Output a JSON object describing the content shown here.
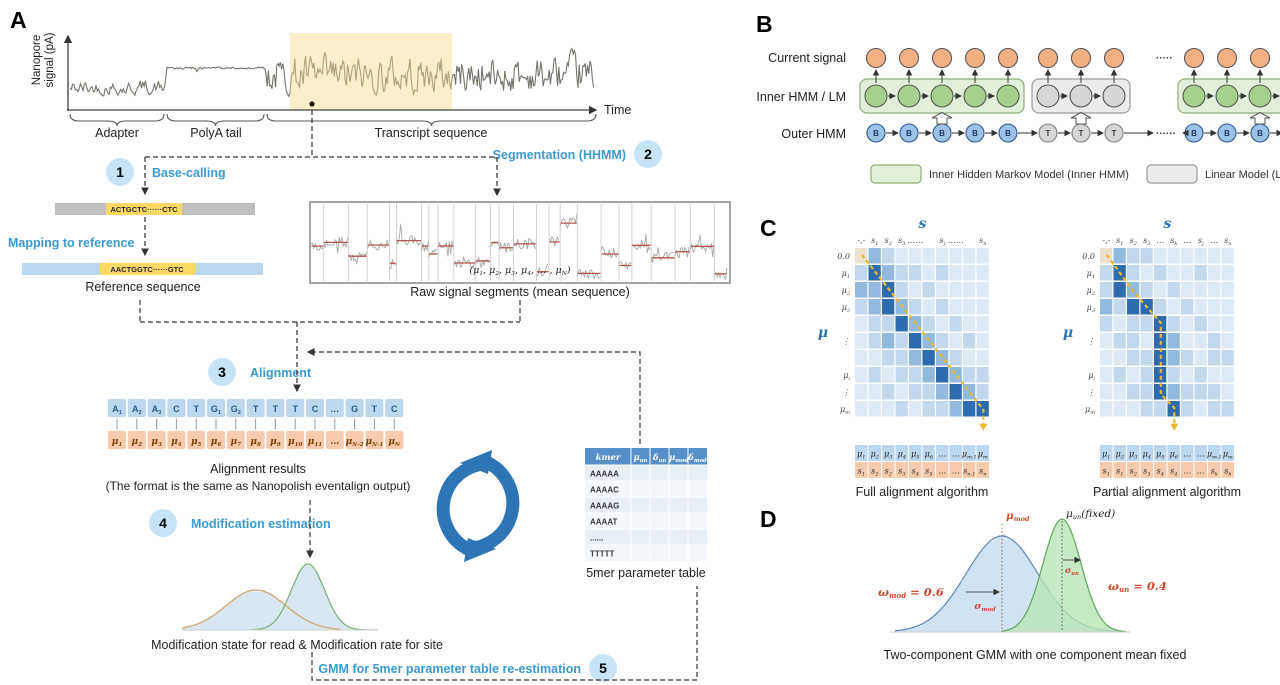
{
  "panel_labels": {
    "a": "A",
    "b": "B",
    "c": "C",
    "d": "D"
  },
  "colors": {
    "step_label": "#3a9ad2",
    "highlight": "#f7dd9a",
    "seq_highlight": "#ffd966",
    "bar_gray": "#bfbfbf",
    "bar_blue": "#bdd7ee",
    "base_box": "#bdd7ee",
    "mu_box": "#f8cbad",
    "table_header": "#5590ca",
    "cycle_arrow": "#2e75b6",
    "matrix_dark": "#2d6daf",
    "path_yellow": "#edb82c",
    "red_label": "#cb4a2e"
  },
  "panel_a": {
    "ylabel": "Nanopore\nsignal (pA)",
    "xlabel": "Time",
    "regions": [
      "Adapter",
      "PolyA tail",
      "Transcript sequence"
    ],
    "steps": [
      {
        "num": "1",
        "label": "Base-calling"
      },
      {
        "num": "2",
        "label": "Segmentation (HHMM)"
      },
      {
        "num": "3",
        "label": "Alignment"
      },
      {
        "num": "4",
        "label": "Modification estimation"
      },
      {
        "num": "5",
        "label": "GMM for 5mer parameter table re-estimation"
      }
    ],
    "mapping_label": "Mapping to reference",
    "basecalled_seq": "ACTGCTC······CTC",
    "reference_seq": "AACTGGTC······GTC",
    "reference_label": "Reference sequence",
    "raw_mu_text": "(μ[1], μ[2], μ[3], μ[4], … , μ[N])",
    "raw_label": "Raw signal segments (mean sequence)",
    "align_bases": [
      "A[1]",
      "A[2]",
      "A[3]",
      "C",
      "T",
      "G[1]",
      "G[2]",
      "T",
      "T",
      "T",
      "C",
      "…",
      "G",
      "T",
      "C"
    ],
    "align_mus": [
      "μ[1]",
      "μ[2]",
      "μ[3]",
      "μ[4]",
      "μ[5]",
      "μ[6]",
      "μ[7]",
      "μ[8]",
      "μ[9]",
      "μ[10]",
      "μ[11]",
      "…",
      "μ[N-2]",
      "μ[N-1]",
      "μ[N]"
    ],
    "align_caption1": "Alignment results",
    "align_caption2": "(The format is the same as Nanopolish eventalign output)",
    "mod_caption": "Modification state for read & Modification rate for site",
    "table": {
      "headers": [
        "kmer",
        "μ[un]",
        "δ[un]",
        "μ[mod]",
        "δ[mod]"
      ],
      "rows": [
        "AAAAA",
        "AAAAC",
        "AAAAG",
        "AAAAT",
        "......",
        "TTTTT"
      ],
      "caption": "5mer parameter table"
    }
  },
  "panel_b": {
    "row_labels": [
      "Current signal",
      "Inner HMM / LM",
      "Outer HMM"
    ],
    "chain_dots": "······",
    "signal_dots": "·····",
    "groups": [
      {
        "kind": "hmm",
        "count": 5,
        "outer_letter": "B"
      },
      {
        "kind": "lm",
        "count": 3,
        "outer_letter": "T"
      },
      {
        "kind": "gap"
      },
      {
        "kind": "hmm",
        "count": 4,
        "outer_letter": "B"
      }
    ],
    "legend": [
      {
        "kind": "hmm",
        "label": "Inner Hidden Markov Model (Inner HMM)"
      },
      {
        "kind": "lm",
        "label": "Linear Model (LM)"
      }
    ]
  },
  "panel_c": {
    "axis_s": "s",
    "axis_mu": "μ",
    "matrices": [
      {
        "caption": "Full alignment algorithm",
        "cols": [
          "-,-",
          "s[1]",
          "s[2]",
          "s[3]",
          "……",
          "",
          "s[j]",
          "……",
          "",
          "s[n]"
        ],
        "rows": [
          "0.0",
          "μ[1]",
          "μ[2]",
          "μ[3]",
          "",
          "⋮",
          "",
          "μ[i]",
          "⋮",
          "μ[m]"
        ],
        "grid": [
          [
            4,
            2,
            1,
            0,
            0,
            0,
            0,
            0,
            0,
            0
          ],
          [
            1,
            3,
            2,
            1,
            1,
            0,
            1,
            0,
            0,
            0
          ],
          [
            2,
            2,
            3,
            1,
            0,
            1,
            0,
            0,
            0,
            0
          ],
          [
            1,
            2,
            3,
            2,
            1,
            0,
            1,
            0,
            0,
            0
          ],
          [
            0,
            1,
            1,
            3,
            2,
            1,
            0,
            1,
            0,
            0
          ],
          [
            0,
            1,
            2,
            1,
            3,
            2,
            1,
            0,
            1,
            0
          ],
          [
            0,
            0,
            1,
            1,
            2,
            3,
            2,
            1,
            0,
            0
          ],
          [
            0,
            1,
            0,
            1,
            1,
            2,
            3,
            2,
            1,
            1
          ],
          [
            0,
            0,
            1,
            0,
            1,
            1,
            2,
            3,
            2,
            1
          ],
          [
            0,
            0,
            0,
            1,
            0,
            1,
            1,
            2,
            3,
            3
          ]
        ],
        "path_cells": [
          [
            0.5,
            0.4
          ],
          [
            9.5,
            9.5
          ],
          [
            9.5,
            10.4
          ]
        ],
        "mu_row": [
          "μ[1]",
          "μ[2]",
          "μ[3]",
          "μ[4]",
          "μ[5]",
          "μ[6]",
          "…",
          "…",
          "μ[m-1]",
          "μ[m]"
        ],
        "s_row": [
          "s[1]",
          "s[2]",
          "s[2]",
          "s[3]",
          "s[4]",
          "s[5]",
          "…",
          "…",
          "s[n-1]",
          "s[n]"
        ]
      },
      {
        "caption": "Partial alignment algorithm",
        "cols": [
          "-,-",
          "s[1]",
          "s[2]",
          "s[3]",
          "…",
          "s[k]",
          "…",
          "s[j]",
          "…",
          "s[n]"
        ],
        "rows": [
          "0.0",
          "μ[1]",
          "μ[2]",
          "μ[3]",
          "",
          "⋮",
          "",
          "μ[i]",
          "⋮",
          "μ[m]"
        ],
        "grid": [
          [
            4,
            2,
            1,
            1,
            0,
            0,
            0,
            0,
            0,
            0
          ],
          [
            1,
            3,
            1,
            0,
            1,
            0,
            0,
            1,
            0,
            0
          ],
          [
            1,
            3,
            2,
            1,
            0,
            1,
            0,
            0,
            0,
            0
          ],
          [
            2,
            1,
            3,
            3,
            1,
            0,
            1,
            0,
            0,
            0
          ],
          [
            1,
            0,
            1,
            1,
            3,
            1,
            0,
            1,
            0,
            0
          ],
          [
            0,
            1,
            1,
            0,
            3,
            2,
            0,
            0,
            1,
            0
          ],
          [
            0,
            0,
            1,
            1,
            3,
            2,
            1,
            0,
            1,
            1
          ],
          [
            0,
            1,
            0,
            1,
            3,
            1,
            0,
            1,
            0,
            0
          ],
          [
            0,
            0,
            1,
            1,
            3,
            2,
            1,
            1,
            1,
            0
          ],
          [
            0,
            0,
            0,
            1,
            1,
            3,
            1,
            0,
            1,
            1
          ]
        ],
        "path_cells": [
          [
            0.5,
            0.4
          ],
          [
            1.5,
            1.5
          ],
          [
            2.5,
            2.6
          ],
          [
            3.5,
            3.5
          ],
          [
            4.5,
            4.4
          ],
          [
            4.5,
            8.6
          ],
          [
            5.5,
            9.4
          ],
          [
            5.5,
            10.4
          ]
        ],
        "mu_row": [
          "μ[1]",
          "μ[2]",
          "μ[3]",
          "μ[4]",
          "μ[5]",
          "μ[6]",
          "…",
          "…",
          "μ[m-1]",
          "μ[m]"
        ],
        "s_row": [
          "s[1]",
          "s[1]",
          "s[2]",
          "s[3]",
          "s[4]",
          "s[4]",
          "…",
          "…",
          "s[k]",
          "s[k]"
        ]
      }
    ]
  },
  "panel_d": {
    "mu_mod": "μ[mod]",
    "mu_un": "μ[un](fixed)",
    "omega_mod": "ω[mod] = 0.6",
    "omega_un": "ω[un] = 0.4",
    "sigma_mod": "σ[mod]",
    "sigma_un": "σ[un]",
    "weights": {
      "mod": 0.6,
      "un": 0.4
    },
    "caption": "Two-component GMM with one component mean fixed"
  }
}
